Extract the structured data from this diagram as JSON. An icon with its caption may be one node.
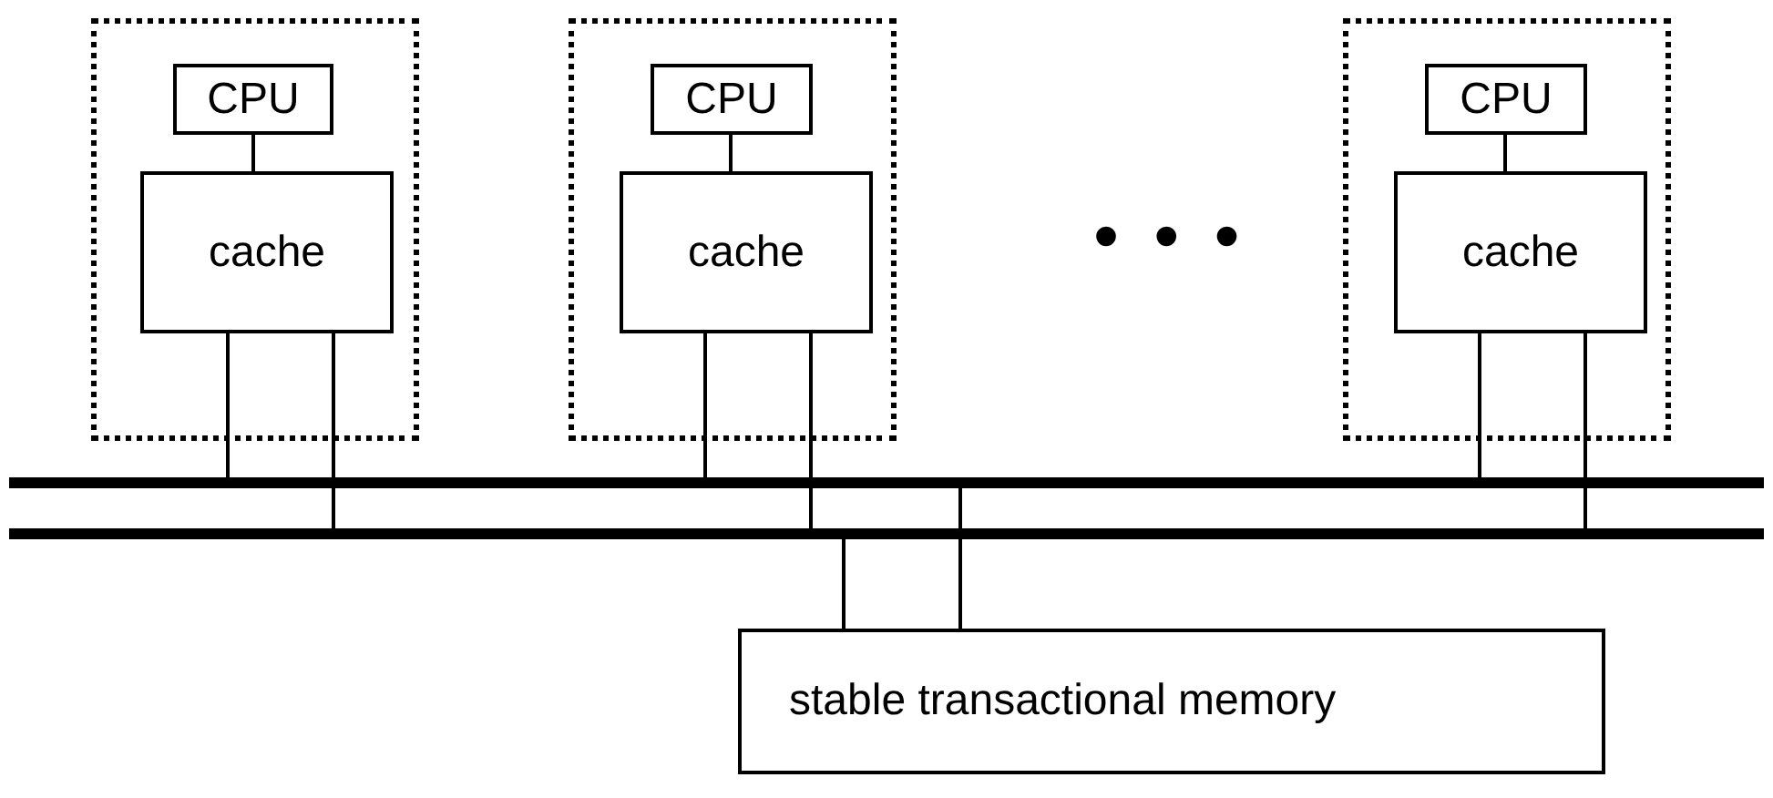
{
  "diagram": {
    "nodes": [
      {
        "text": [],
        "shape": "box"
      },
      {
        "text": [
          "CPU"
        ],
        "in": 0
      },
      {
        "text": [
          "cache"
        ],
        "in": 0
      },
      {
        "text": [],
        "shape": "box"
      },
      {
        "text": [
          "CPU"
        ],
        "in": 3
      },
      {
        "text": [
          "cache"
        ],
        "in": 3
      },
      {
        "text": [],
        "shape": "box"
      },
      {
        "text": [
          "CPU"
        ],
        "in": 6
      },
      {
        "text": [
          "cache"
        ],
        "in": 6
      },
      {
        "text": [],
        "shape": "bar"
      },
      {
        "text": [],
        "shape": "bar"
      },
      {
        "text": [
          "stable transactional memory"
        ]
      }
    ],
    "edges": [
      {
        "from": 1,
        "to": 2,
        "arrow": "none"
      },
      {
        "from": 2,
        "to": 9,
        "arrow": "none"
      },
      {
        "from": 2,
        "to": 10,
        "arrow": "none"
      },
      {
        "from": 4,
        "to": 5,
        "arrow": "none"
      },
      {
        "from": 5,
        "to": 9,
        "arrow": "none"
      },
      {
        "from": 5,
        "to": 10,
        "arrow": "none"
      },
      {
        "from": 7,
        "to": 8,
        "arrow": "none"
      },
      {
        "from": 8,
        "to": 9,
        "arrow": "none"
      },
      {
        "from": 8,
        "to": 10,
        "arrow": "none"
      },
      {
        "from": 11,
        "to": 10,
        "arrow": "none"
      },
      {
        "from": 11,
        "to": 9,
        "arrow": "none"
      }
    ],
    "labels": [
      "• • •"
    ]
  }
}
